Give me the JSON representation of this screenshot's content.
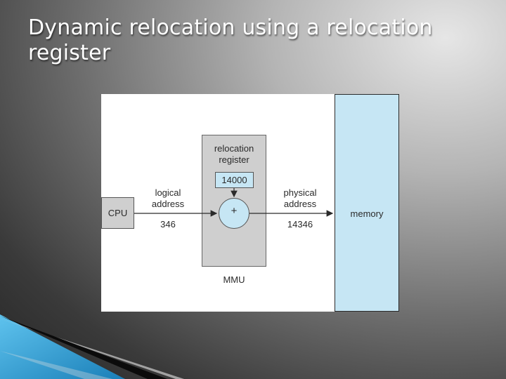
{
  "slide": {
    "title": "Dynamic relocation using a relocation register"
  },
  "diagram": {
    "cpu_label": "CPU",
    "logical_address_label_line1": "logical",
    "logical_address_label_line2": "address",
    "logical_address_value": "346",
    "relocation_register_label_line1": "relocation",
    "relocation_register_label_line2": "register",
    "relocation_register_value": "14000",
    "adder_symbol": "+",
    "physical_address_label_line1": "physical",
    "physical_address_label_line2": "address",
    "physical_address_value": "14346",
    "memory_label": "memory",
    "mmu_label": "MMU"
  },
  "colors": {
    "light_blue": "#c6e6f4",
    "gray_box": "#cfcfcf",
    "accent_blue": "#2a9fd8"
  }
}
